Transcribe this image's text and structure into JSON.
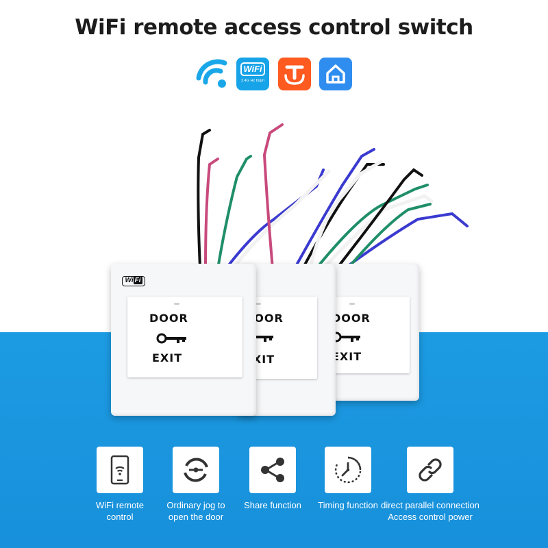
{
  "header": {
    "title": "WiFi remote access control switch"
  },
  "logos": [
    {
      "icon": "wifi-signal-icon"
    },
    {
      "icon": "wifi-badge-icon",
      "word": "WiFi",
      "sub": "2.4G Hz b/g/n"
    },
    {
      "icon": "tuya-icon"
    },
    {
      "icon": "smart-home-icon"
    }
  ],
  "product": {
    "tag_a": "Wi",
    "tag_b": "Fi",
    "door": "DOOR",
    "exit": "EXIT"
  },
  "features": [
    {
      "icon": "phone-wifi-icon",
      "label": "WiFi remote\ncontrol"
    },
    {
      "icon": "jog-icon",
      "label": "Ordinary jog to\nopen the door"
    },
    {
      "icon": "share-icon",
      "label": "Share function"
    },
    {
      "icon": "timer-icon",
      "label": "Timing function"
    },
    {
      "icon": "link-icon",
      "label": "direct parallel connection\nAccess control power"
    }
  ],
  "colors": {
    "band_blue": "#1c9be2",
    "wifi_blue": "#16a3e8",
    "tuya_orange": "#ff5a1f",
    "home_blue": "#2f8df0",
    "wire_green": "#1f8f68",
    "wire_blue": "#3a3ad0",
    "wire_pink": "#c84a7c",
    "wire_black": "#111111",
    "wire_white": "#f2f2f2"
  }
}
